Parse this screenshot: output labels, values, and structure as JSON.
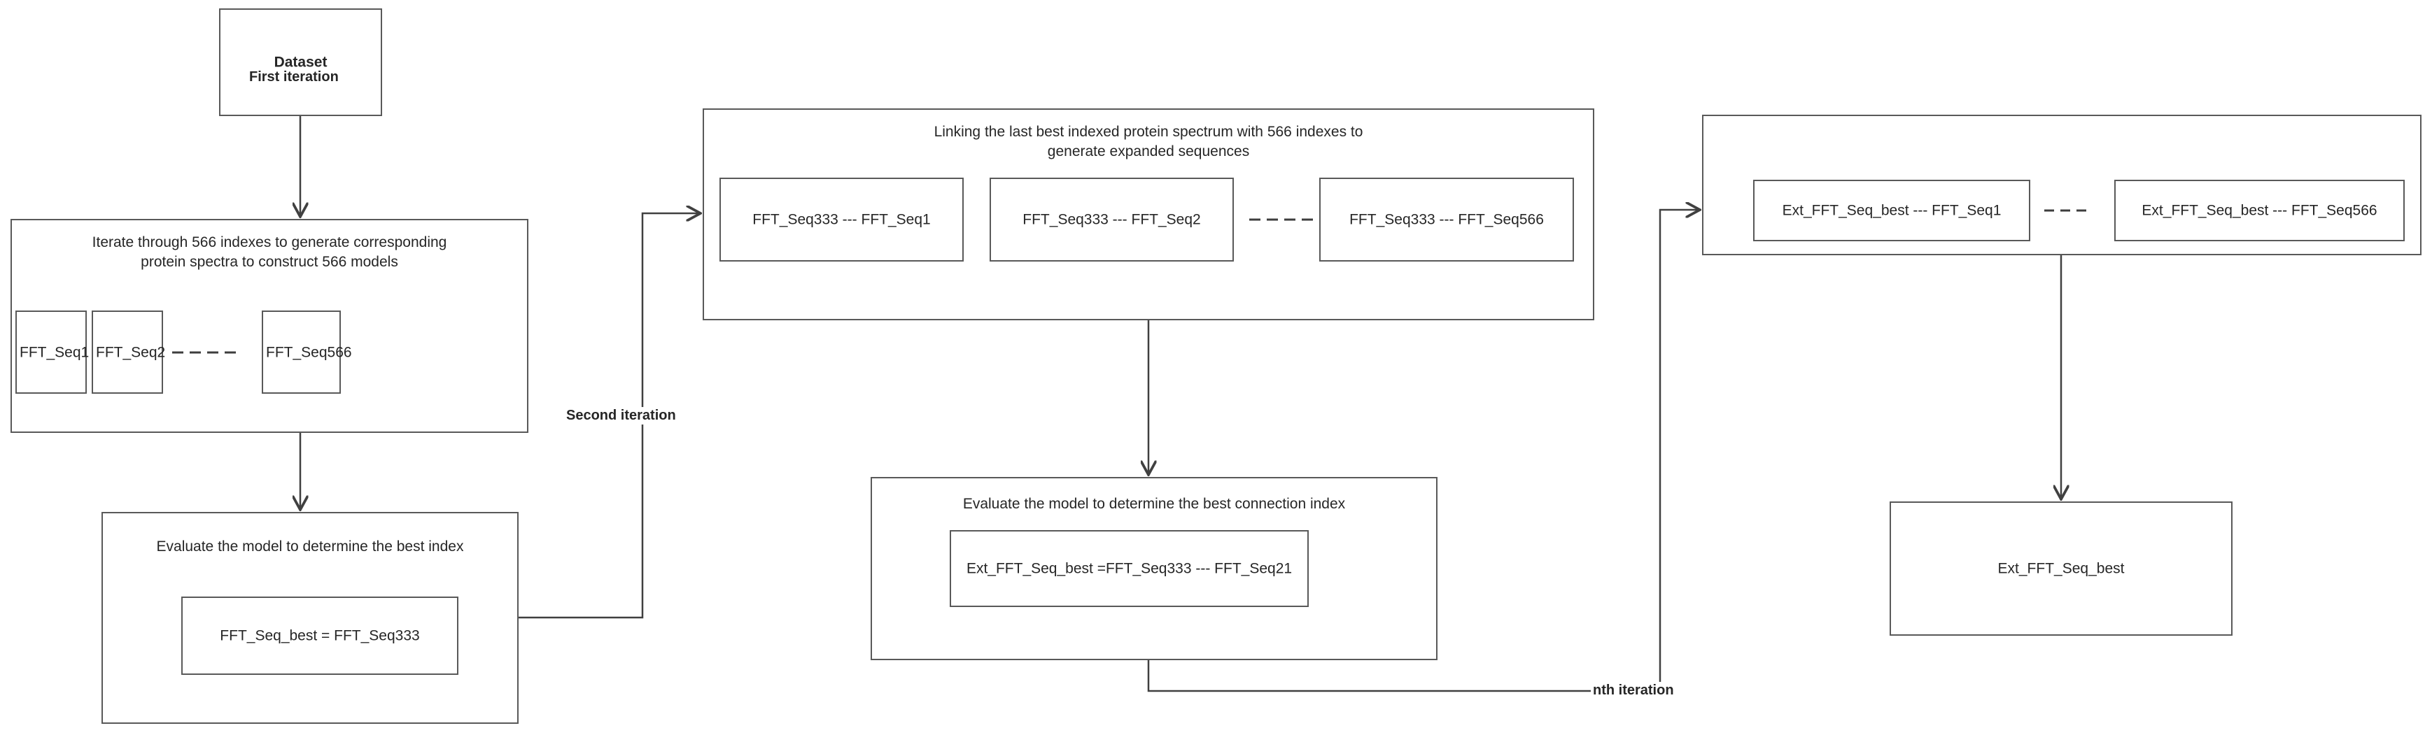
{
  "diagram": {
    "title": "Iterative FFT protein-spectrum sequence selection flowchart",
    "stroke_color": "#595959",
    "text_color": "#262626",
    "background": "#ffffff"
  },
  "nodes": {
    "dataset": {
      "label": "Dataset"
    },
    "first_iteration_block": {
      "header": "Iterate through 566 indexes to generate corresponding\nprotein spectra to construct 566 models",
      "items": [
        {
          "label": "FFT_Seq1"
        },
        {
          "label": "FFT_Seq2"
        },
        {
          "label": "FFT_Seq566"
        }
      ],
      "separator": "----"
    },
    "eval_best_index": {
      "header": "Evaluate the model to determine the best index",
      "result": "FFT_Seq_best = FFT_Seq333"
    },
    "linking_block": {
      "header": "Linking the last best indexed protein spectrum with 566 indexes to\ngenerate expanded sequences",
      "items": [
        {
          "label": "FFT_Seq333 --- FFT_Seq1"
        },
        {
          "label": "FFT_Seq333 --- FFT_Seq2"
        },
        {
          "label": "FFT_Seq333 --- FFT_Seq566"
        }
      ],
      "separator": "----"
    },
    "eval_best_connection": {
      "header": "Evaluate the model to determine the best connection index",
      "result": "Ext_FFT_Seq_best =FFT_Seq333 --- FFT_Seq21"
    },
    "nth_block": {
      "items": [
        {
          "label": "Ext_FFT_Seq_best --- FFT_Seq1"
        },
        {
          "label": "Ext_FFT_Seq_best --- FFT_Seq566"
        }
      ],
      "separator": "---"
    },
    "final_result": {
      "label": "Ext_FFT_Seq_best"
    }
  },
  "edges": {
    "first_iteration": {
      "label": "First iteration"
    },
    "second_iteration": {
      "label": "Second iteration"
    },
    "nth_iteration": {
      "label": "nth iteration"
    }
  }
}
